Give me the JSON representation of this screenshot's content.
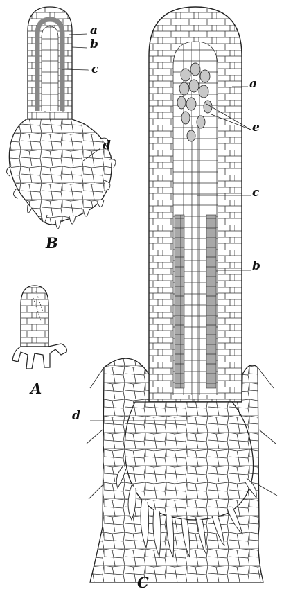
{
  "figure": {
    "panels": [
      "A",
      "B",
      "C"
    ],
    "labels": {
      "B_a": "a",
      "B_b": "b",
      "B_c": "c",
      "B_d": "d",
      "C_a": "a",
      "C_e": "e",
      "C_c": "c",
      "C_b": "b",
      "C_d": "d"
    },
    "colors": {
      "ink": "#222222",
      "paper": "#ffffff",
      "shade": "#9a9a9a"
    }
  }
}
